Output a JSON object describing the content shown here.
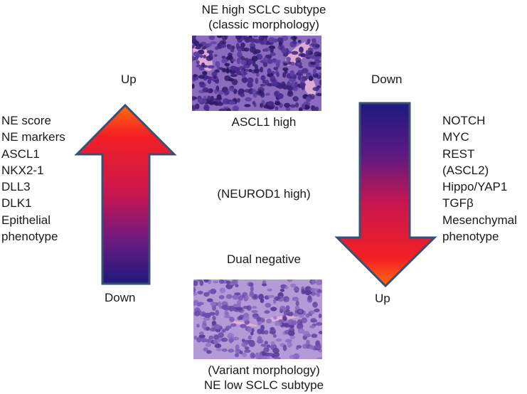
{
  "top": {
    "title_line1": "NE high SCLC subtype",
    "title_line2": "(classic morphology)",
    "marker": "ASCL1 high"
  },
  "middle": {
    "label": "(NEUROD1 high)"
  },
  "bottom": {
    "marker": "Dual negative",
    "title_line1": "(Variant morphology)",
    "title_line2": "NE low SCLC subtype"
  },
  "left_arrow": {
    "direction": "up",
    "top_label": "Up",
    "bottom_label": "Down",
    "items": [
      "NE score",
      "NE markers",
      "ASCL1",
      "NKX2-1",
      "DLL3",
      "DLK1",
      "Epithelial",
      "phenotype"
    ]
  },
  "right_arrow": {
    "direction": "down",
    "top_label": "Down",
    "bottom_label": "Up",
    "items": [
      "NOTCH",
      "MYC",
      "REST",
      "(ASCL2)",
      "Hippo/YAP1",
      "TGFβ",
      "Mesenchymal",
      "phenotype"
    ]
  },
  "colors": {
    "arrow_red": "#e8132e",
    "arrow_orange": "#ff6a10",
    "arrow_navy": "#1d1a7c",
    "arrow_outline": "#3a4f73",
    "tissue_classic": "#5a3f9c",
    "tissue_variant": "#9a7fc6"
  }
}
